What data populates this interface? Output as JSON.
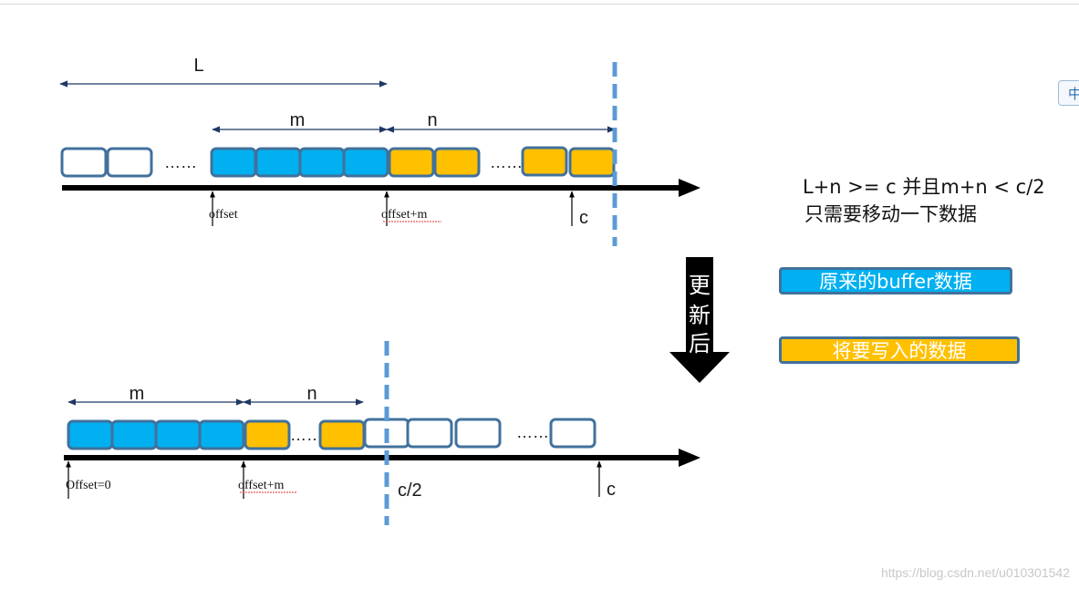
{
  "top": {
    "label_L": "L",
    "label_m": "m",
    "label_n": "n",
    "dots1": "……",
    "dots2": "……",
    "mark_offset": "offset",
    "mark_offset_m": "offset+m",
    "mark_c": "c"
  },
  "bottom": {
    "label_m": "m",
    "label_n": "n",
    "dots1": "……",
    "dots2": "……",
    "mark_offset0": "Offset=0",
    "mark_offset_m": "offset+m",
    "mark_c2": "c/2",
    "mark_c": "c"
  },
  "arrow_text": [
    "更",
    "新",
    "后"
  ],
  "note": {
    "line1": "L+n >= c 并且m+n < c/2",
    "line2": "只需要移动一下数据"
  },
  "legend": {
    "old_data": "原来的buffer数据",
    "new_data": "将要写入的数据"
  },
  "ime_glyph": "中",
  "watermark": "https://blog.csdn.net/u010301542",
  "colors": {
    "blue_block": "#00b0f0",
    "yellow_block": "#ffc000",
    "block_border": "#41719c",
    "dashed_line": "#5b9bd5",
    "arrow_line": "#000000",
    "dim_line": "#1f3864"
  }
}
